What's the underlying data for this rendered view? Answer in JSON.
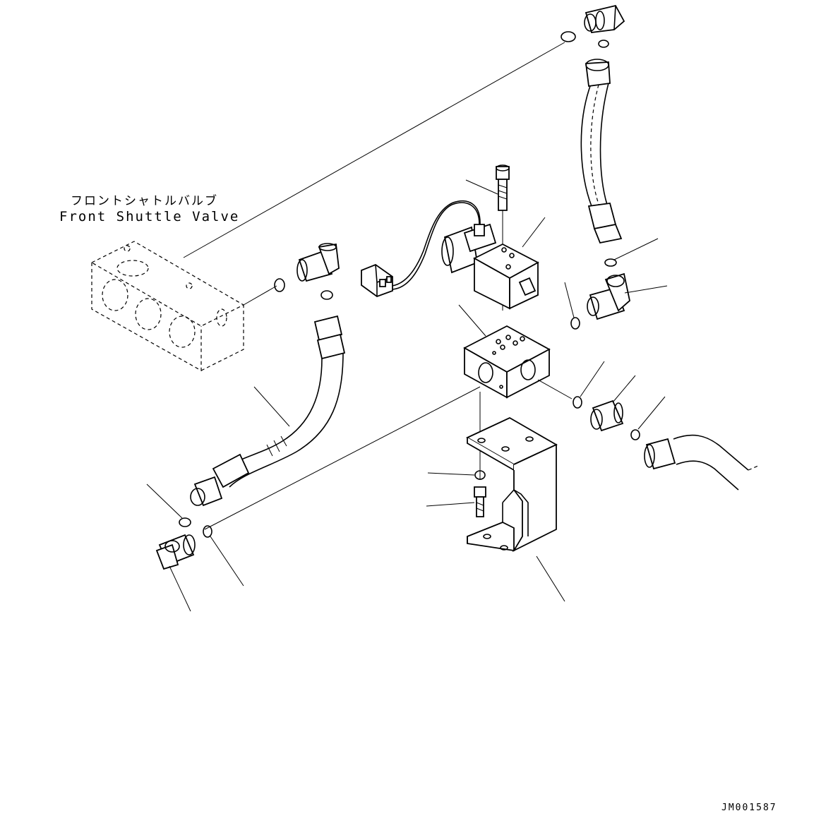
{
  "labels": {
    "part_jp": "フロントシャトルバルブ",
    "part_en": "Front Shuttle Valve",
    "drawing_code": "JM001587"
  },
  "colors": {
    "line": "#000000",
    "background": "#ffffff"
  }
}
